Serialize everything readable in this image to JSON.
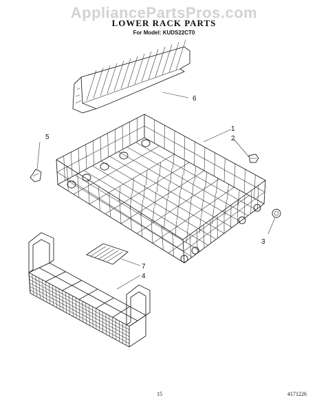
{
  "watermark": "AppliancePartsPros.com",
  "title": "LOWER RACK PARTS",
  "subtitle": "For Model: KUDS22CT0",
  "page_number": "15",
  "document_number": "4171226",
  "callouts": [
    {
      "id": "1",
      "label": "1"
    },
    {
      "id": "2",
      "label": "2"
    },
    {
      "id": "3",
      "label": "3"
    },
    {
      "id": "4",
      "label": "4"
    },
    {
      "id": "5",
      "label": "5"
    },
    {
      "id": "6",
      "label": "6"
    },
    {
      "id": "7",
      "label": "7"
    }
  ]
}
